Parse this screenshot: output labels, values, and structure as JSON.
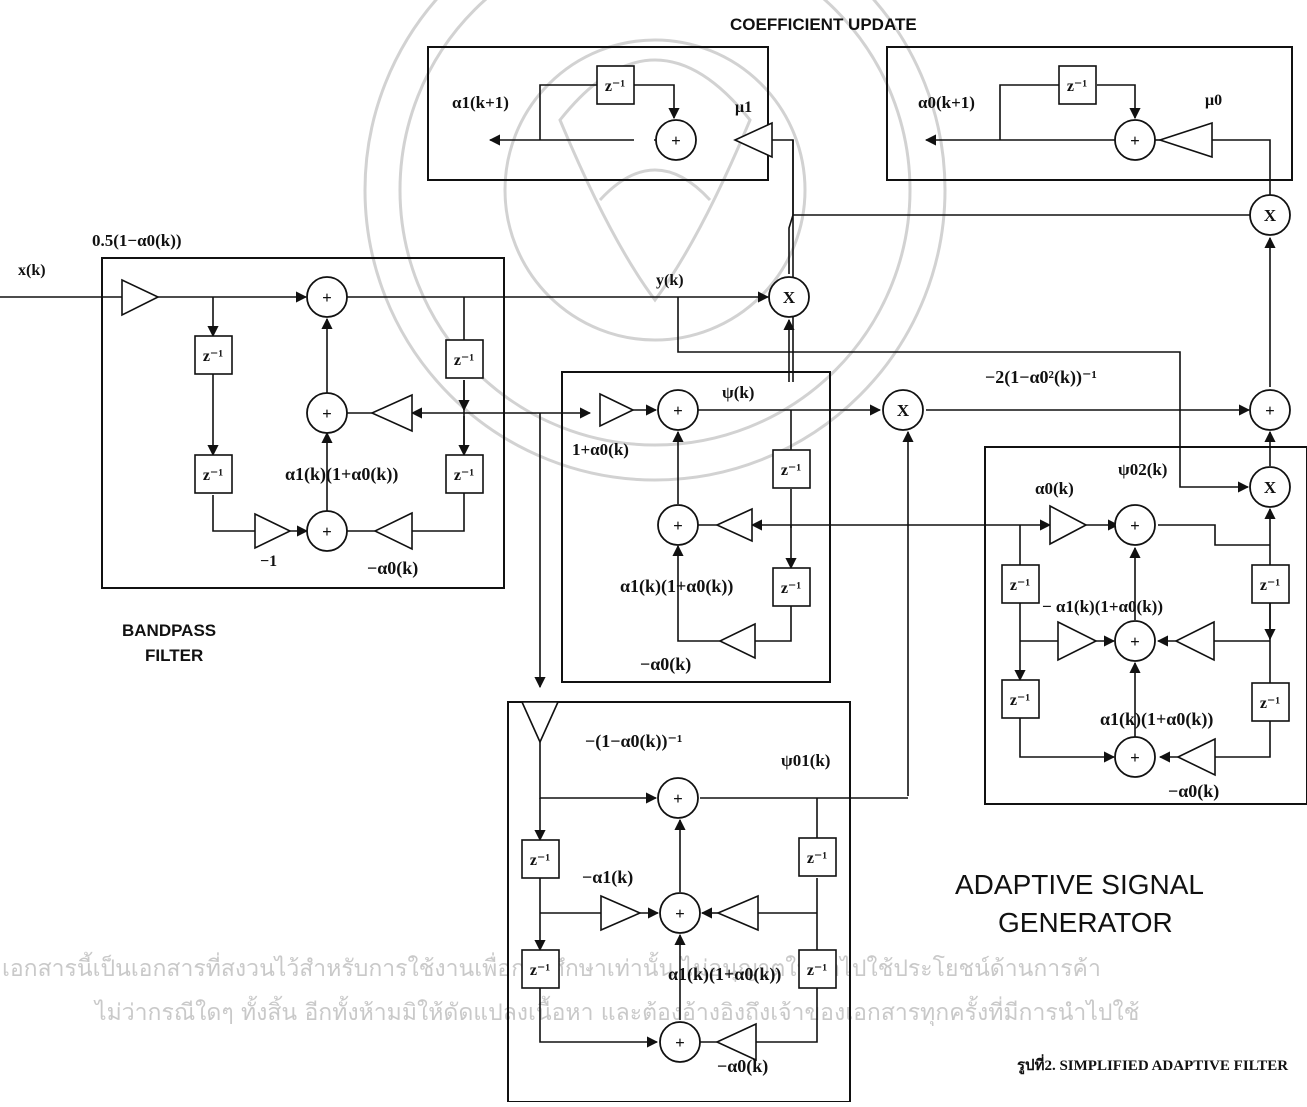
{
  "titles": {
    "coefficient_update": "COEFFICIENT UPDATE",
    "bandpass_line1": "BANDPASS",
    "bandpass_line2": "FILTER",
    "generator_line1": "ADAPTIVE SIGNAL",
    "generator_line2": "GENERATOR",
    "figure_caption": "รูปที่2. SIMPLIFIED ADAPTIVE  FILTER"
  },
  "signals": {
    "input": "x(k)",
    "output": "y(k)",
    "psi": "ψ(k)",
    "psi01": "ψ01(k)",
    "psi02": "ψ02(k)",
    "alpha1_next": "α1(k+1)",
    "alpha0_next": "α0(k+1)"
  },
  "gains": {
    "mu1": "μ1",
    "mu0": "μ0",
    "input_gain": "0.5(1−α0(k))",
    "bp_alpha_gain": "α1(k)(1+α0(k))",
    "bp_minus_one": "−1",
    "bp_minus_alpha0": "−α0(k)",
    "psi_input_gain": "1+α0(k)",
    "psi_alpha_gain": "α1(k)(1+α0(k))",
    "psi_minus_alpha0": "−α0(k)",
    "psi02_scale": "−2(1−α0²(k))⁻¹",
    "gen_alpha0": "α0(k)",
    "gen_minus_alpha_gain": "− α1(k)(1+α0(k))",
    "gen_alpha_gain": "α1(k)(1+α0(k))",
    "gen_minus_alpha0": "−α0(k)",
    "psi01_input_gain": "−(1−α0(k))⁻¹",
    "psi01_minus_alpha1": "−α1(k)",
    "psi01_alpha_gain": "α1(k)(1+α0(k))",
    "psi01_minus_alpha0": "−α0(k)"
  },
  "symbols": {
    "delay": "z⁻¹",
    "adder": "+",
    "multiplier": "X"
  },
  "watermark": {
    "line1": "เอกสารนี้เป็นเอกสารที่สงวนไว้สำหรับการใช้งานเพื่อการศึกษาเท่านั้น ไม่อนุญาตให้นำไปใช้ประโยชน์ด้านการค้า",
    "line2": "ไม่ว่ากรณีใดๆ ทั้งสิ้น อีกทั้งห้ามมิให้ดัดแปลงเนื้อหา และต้องอ้างอิงถึงเจ้าของเอกสารทุกครั้งที่มีการนำไปใช้"
  }
}
